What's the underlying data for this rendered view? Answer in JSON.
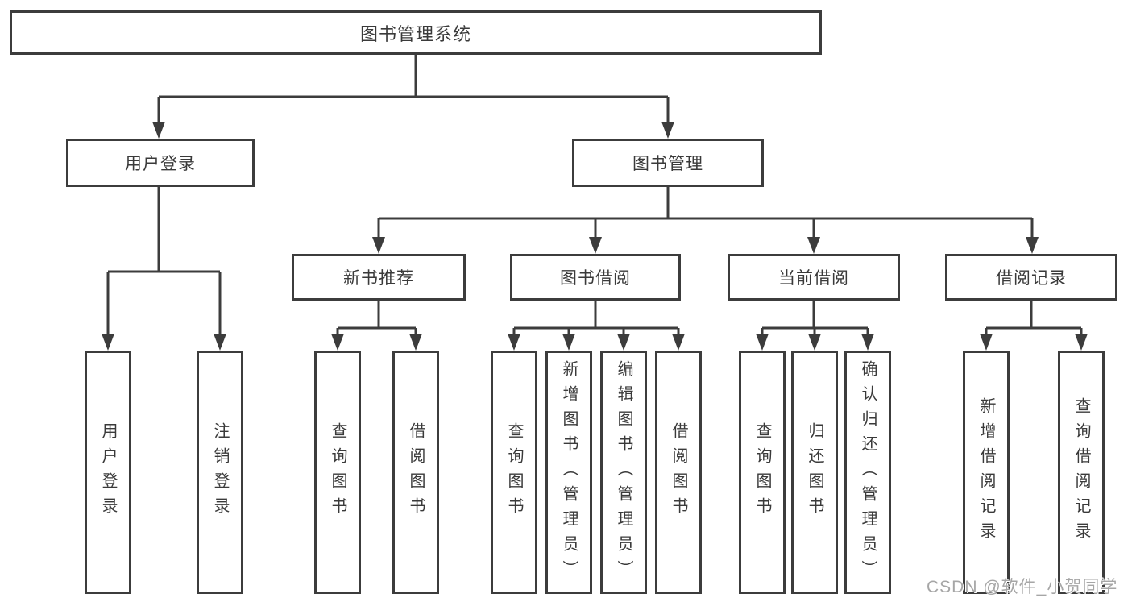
{
  "diagram": {
    "root": {
      "label": "图书管理系统"
    },
    "branches": {
      "user_login": {
        "label": "用户登录",
        "children": [
          {
            "label": "用户登录"
          },
          {
            "label": "注销登录"
          }
        ]
      },
      "book_mgmt": {
        "label": "图书管理",
        "children": [
          {
            "label": "新书推荐",
            "children": [
              {
                "label": "查询图书"
              },
              {
                "label": "借阅图书"
              }
            ]
          },
          {
            "label": "图书借阅",
            "children": [
              {
                "label": "查询图书"
              },
              {
                "label": "新增图书（管理员）"
              },
              {
                "label": "编辑图书（管理员）"
              },
              {
                "label": "借阅图书"
              }
            ]
          },
          {
            "label": "当前借阅",
            "children": [
              {
                "label": "查询图书"
              },
              {
                "label": "归还图书"
              },
              {
                "label": "确认归还（管理员）"
              }
            ]
          },
          {
            "label": "借阅记录",
            "children": [
              {
                "label": "新增借阅记录"
              },
              {
                "label": "查询借阅记录"
              }
            ]
          }
        ]
      }
    },
    "watermark": "CSDN @软件_小贺同学"
  },
  "colors": {
    "line": "#3c3c3c",
    "box_border": "#3c3c3c",
    "text": "#3a3a3a",
    "background": "#ffffff",
    "watermark": "#a6a6a6"
  }
}
